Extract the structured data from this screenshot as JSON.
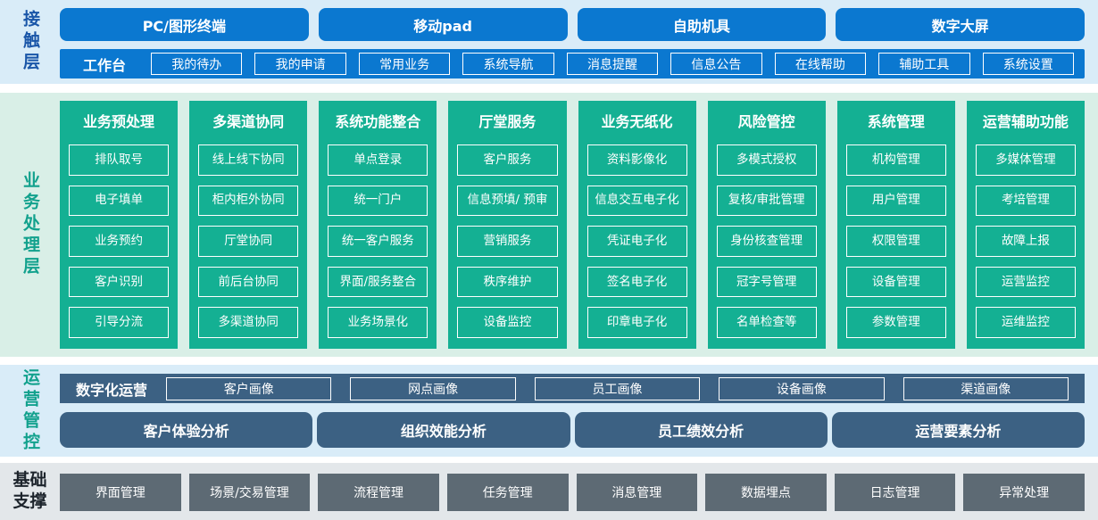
{
  "colors": {
    "primary_blue": "#0b78d0",
    "teal": "#14b093",
    "slate_blue": "#3c6183",
    "gray_box": "#5d6a74",
    "contact_bg": "#d9ecf8",
    "business_bg": "#d9efe7",
    "operation_bg": "#d9ecf8",
    "foundation_bg": "#e3e7ea",
    "label_blue": "#1a56a8",
    "label_teal": "#12a18d"
  },
  "layers": {
    "contact": {
      "label": "接触层",
      "channels": [
        "PC/图形终端",
        "移动pad",
        "自助机具",
        "数字大屏"
      ],
      "workbench": {
        "label": "工作台",
        "items": [
          "我的待办",
          "我的申请",
          "常用业务",
          "系统导航",
          "消息提醒",
          "信息公告",
          "在线帮助",
          "辅助工具",
          "系统设置"
        ]
      }
    },
    "business": {
      "label": "业务处理层",
      "columns": [
        {
          "title": "业务预处理",
          "items": [
            "排队取号",
            "电子填单",
            "业务预约",
            "客户识别",
            "引导分流"
          ]
        },
        {
          "title": "多渠道协同",
          "items": [
            "线上线下协同",
            "柜内柜外协同",
            "厅堂协同",
            "前后台协同",
            "多渠道协同"
          ]
        },
        {
          "title": "系统功能整合",
          "items": [
            "单点登录",
            "统一门户",
            "统一客户服务",
            "界面/服务整合",
            "业务场景化"
          ]
        },
        {
          "title": "厅堂服务",
          "items": [
            "客户服务",
            "信息预填/ 预审",
            "营销服务",
            "秩序维护",
            "设备监控"
          ]
        },
        {
          "title": "业务无纸化",
          "items": [
            "资料影像化",
            "信息交互电子化",
            "凭证电子化",
            "签名电子化",
            "印章电子化"
          ]
        },
        {
          "title": "风险管控",
          "items": [
            "多模式授权",
            "复核/审批管理",
            "身份核查管理",
            "冠字号管理",
            "名单检查等"
          ]
        },
        {
          "title": "系统管理",
          "items": [
            "机构管理",
            "用户管理",
            "权限管理",
            "设备管理",
            "参数管理"
          ]
        },
        {
          "title": "运营辅助功能",
          "items": [
            "多媒体管理",
            "考培管理",
            "故障上报",
            "运营监控",
            "运维监控"
          ]
        }
      ]
    },
    "operation": {
      "label": "运营管控",
      "digital": {
        "label": "数字化运营",
        "items": [
          "客户画像",
          "网点画像",
          "员工画像",
          "设备画像",
          "渠道画像"
        ]
      },
      "analysis": [
        "客户体验分析",
        "组织效能分析",
        "员工绩效分析",
        "运营要素分析"
      ]
    },
    "foundation": {
      "label": "基础支撑",
      "items": [
        "界面管理",
        "场景/交易管理",
        "流程管理",
        "任务管理",
        "消息管理",
        "数据埋点",
        "日志管理",
        "异常处理"
      ]
    }
  }
}
